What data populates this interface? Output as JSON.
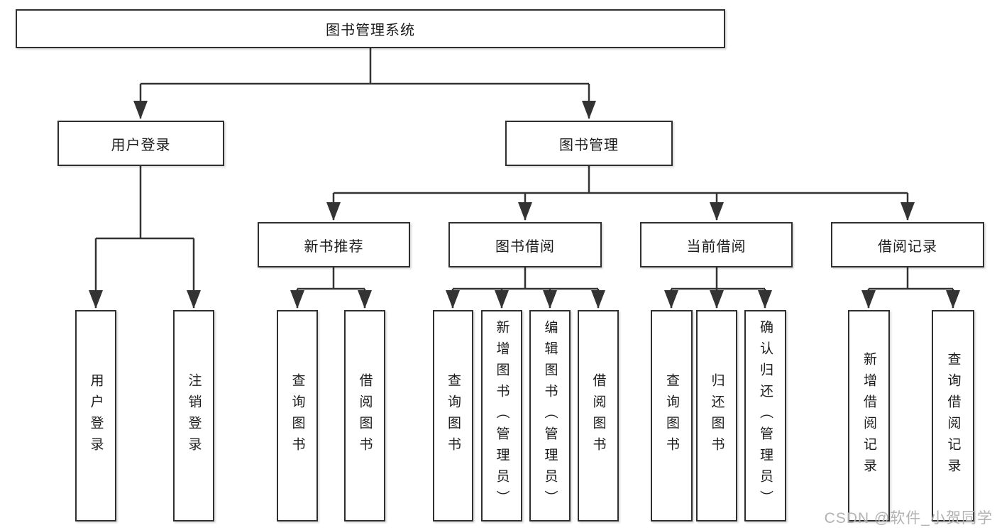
{
  "diagram_title": "图书管理系统",
  "watermark": "CSDN @软件_小贺同学",
  "colors": {
    "background": "#ffffff",
    "line": "#333333",
    "box_border": "#2f2f2f",
    "text": "#1c1c1c",
    "watermark": "#b2b2b2"
  },
  "tree": {
    "root": {
      "label": "图书管理系统",
      "children": [
        {
          "label": "用户登录",
          "children": [
            {
              "label": "用户登录"
            },
            {
              "label": "注销登录"
            }
          ]
        },
        {
          "label": "图书管理",
          "children": [
            {
              "label": "新书推荐",
              "children": [
                {
                  "label": "查询图书"
                },
                {
                  "label": "借阅图书"
                }
              ]
            },
            {
              "label": "图书借阅",
              "children": [
                {
                  "label": "查询图书"
                },
                {
                  "label": "新增图书（管理员）"
                },
                {
                  "label": "编辑图书（管理员）"
                },
                {
                  "label": "借阅图书"
                }
              ]
            },
            {
              "label": "当前借阅",
              "children": [
                {
                  "label": "查询图书"
                },
                {
                  "label": "归还图书"
                },
                {
                  "label": "确认归还（管理员）"
                }
              ]
            },
            {
              "label": "借阅记录",
              "children": [
                {
                  "label": "新增借阅记录"
                },
                {
                  "label": "查询借阅记录"
                }
              ]
            }
          ]
        }
      ]
    }
  }
}
